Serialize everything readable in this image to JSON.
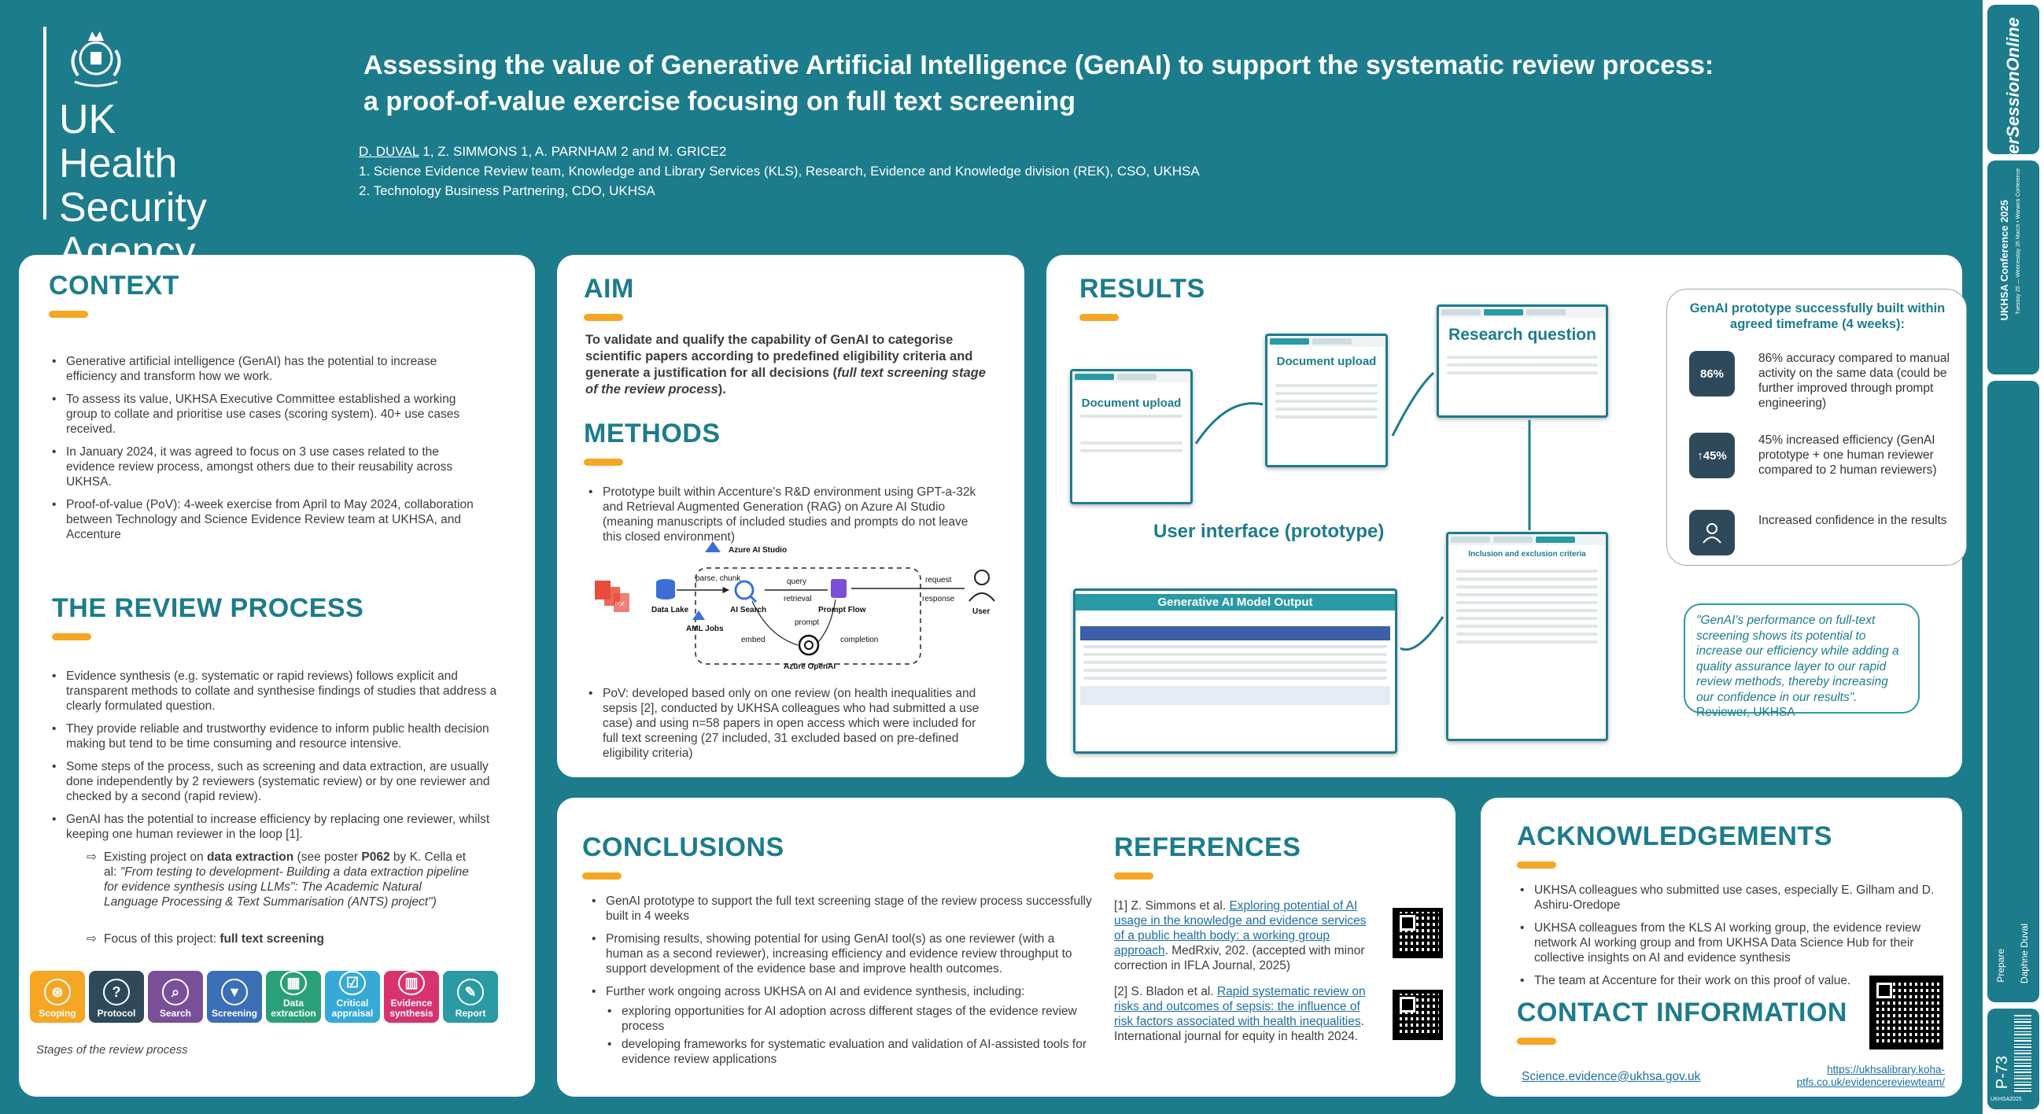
{
  "header": {
    "org_name": "UK Health Security Agency",
    "title_line1": "Assessing the value of Generative Artificial Intelligence (GenAI) to support the systematic review process:",
    "title_line2": "a proof-of-value exercise focusing on full text screening",
    "authors_lead": "D. DUVAL",
    "authors_rest": " 1, Z. SIMMONS 1, A. PARNHAM 2 and M. GRICE2",
    "affiliation1": "1. Science Evidence Review team, Knowledge and Library Services (KLS), Research, Evidence and Knowledge division (REK), CSO, UKHSA",
    "affiliation2": "2. Technology Business Partnering, CDO, UKHSA"
  },
  "context": {
    "heading": "CONTEXT",
    "bullets": [
      "Generative artificial intelligence (GenAI) has the potential to increase efficiency and transform how we work.",
      "To assess its value, UKHSA Executive Committee established a working group to collate and prioritise use cases (scoring system). 40+ use cases received.",
      "In January 2024, it was agreed to focus on 3 use cases related to the evidence review process, amongst others due to their reusability across UKHSA.",
      "Proof-of-value (PoV): 4-week exercise from April to May 2024, collaboration between Technology and Science Evidence Review team at UKHSA, and Accenture"
    ]
  },
  "review_process": {
    "heading": "THE REVIEW PROCESS",
    "bullets": [
      "Evidence synthesis (e.g. systematic or rapid reviews) follows explicit and transparent methods to collate and synthesise findings of studies that address a clearly formulated question.",
      "They provide reliable and trustworthy evidence to inform public health decision making but tend to be time consuming and resource intensive.",
      "Some steps of the process, such as screening and data extraction, are usually done independently by 2 reviewers (systematic review) or by one reviewer and checked by a second (rapid review).",
      "GenAI has the potential to increase efficiency by replacing one reviewer, whilst keeping one human reviewer in the loop [1]."
    ],
    "sub1_a": "Existing project on ",
    "sub1_b": "data extraction",
    "sub1_c": " (see poster ",
    "sub1_d": "P062",
    "sub1_e": " by K. Cella et al: ",
    "sub1_f": "\"From testing to development- Building a data extraction pipeline for evidence synthesis using LLMs\": The Academic Natural Language Processing & Text Summarisation (ANTS) project\")",
    "sub2_a": "Focus of this project: ",
    "sub2_b": "full text screening",
    "stages": [
      {
        "label": "Scoping",
        "color": "#f5a623",
        "icon": "⊛"
      },
      {
        "label": "Protocol",
        "color": "#2e4a5a",
        "icon": "?"
      },
      {
        "label": "Search",
        "color": "#7a4f9a",
        "icon": "⌕"
      },
      {
        "label": "Screening",
        "color": "#3b6fb6",
        "icon": "▼"
      },
      {
        "label": "Data extraction",
        "color": "#2aa07a",
        "icon": "▦"
      },
      {
        "label": "Critical appraisal",
        "color": "#36a9d6",
        "icon": "☑"
      },
      {
        "label": "Evidence synthesis",
        "color": "#d8336e",
        "icon": "▥"
      },
      {
        "label": "Report",
        "color": "#2a9aa5",
        "icon": "✎"
      }
    ],
    "stages_caption": "Stages of the review process"
  },
  "aim": {
    "heading": "AIM",
    "text_a": "To validate and qualify the capability of GenAI to categorise scientific papers according to predefined eligibility criteria and generate a justification for all decisions (",
    "text_b": "full text screening stage of the review process",
    "text_c": ")."
  },
  "methods": {
    "heading": "METHODS",
    "bullet1": "Prototype built within Accenture's R&D environment using GPT-a-32k and Retrieval Augmented Generation (RAG) on Azure AI Studio (meaning manuscripts of included studies and prompts do not leave this closed environment)",
    "bullet2": "PoV: developed based only on one review (on health inequalities and sepsis [2], conducted by UKHSA colleagues who had submitted a use case) and using n=58 papers in open access which were included for full text screening (27 included, 31 excluded based on pre-defined eligibility criteria)",
    "diagram": {
      "studio": "Azure AI Studio",
      "parse": "parse, chunk",
      "query": "query",
      "request": "request",
      "retrieval": "retrieval",
      "response": "response",
      "datalake": "Data Lake",
      "aisearch": "AI Search",
      "promptflow": "Prompt Flow",
      "user": "User",
      "aml": "AML Jobs",
      "prompt": "prompt",
      "embed": "embed",
      "completion": "completion",
      "openai": "Azure OpenAI",
      "pdf": "PDF"
    }
  },
  "results": {
    "heading": "RESULTS",
    "ui_caption": "User interface (prototype)",
    "screen_doc_upload": "Document upload",
    "screen_research_q": "Research question",
    "screen_criteria": "Inclusion and exclusion criteria",
    "screen_output": "Generative AI Model Output",
    "summary_heading": "GenAI prototype successfully built within agreed timeframe (4 weeks):",
    "stats": [
      {
        "badge": "86%",
        "text": "86% accuracy compared to manual activity on the same data (could be further improved through prompt engineering)"
      },
      {
        "badge": "↑45%",
        "text": "45% increased efficiency (GenAI prototype + one human reviewer compared to 2 human reviewers)"
      },
      {
        "badge": "",
        "text": "Increased confidence in the results"
      }
    ],
    "quote": "\"GenAI's performance on full-text screening shows its potential to increase our efficiency while adding a quality assurance layer to our rapid review methods, thereby increasing our confidence in our results\".",
    "quote_author": "Reviewer, UKHSA"
  },
  "conclusions": {
    "heading": "CONCLUSIONS",
    "bullets": [
      "GenAI prototype to support the full text screening stage of the review process successfully built in 4 weeks",
      "Promising results, showing potential for using GenAI tool(s) as one reviewer (with a human as a second reviewer), increasing efficiency and evidence review throughput to support development of the evidence base and improve health outcomes.",
      "Further work ongoing across UKHSA on AI and evidence synthesis, including:"
    ],
    "sub_bullets": [
      "exploring opportunities for AI adoption across different stages of the evidence review process",
      "developing frameworks for systematic evaluation and validation of AI-assisted tools for evidence review applications"
    ]
  },
  "references": {
    "heading": "REFERENCES",
    "ref1_pre": "[1] Z. Simmons et al. ",
    "ref1_link": "Exploring potential of AI usage in the knowledge and evidence services of a public health body: a working group approach",
    "ref1_post": ". MedRxiv, 202. (accepted with minor correction in IFLA Journal, 2025)",
    "ref2_pre": "[2] S. Bladon et al. ",
    "ref2_link": "Rapid systematic review on risks and outcomes of sepsis: the influence of risk factors associated with health inequalities",
    "ref2_post": ". International journal for equity in health 2024."
  },
  "acknowledgements": {
    "heading": "ACKNOWLEDGEMENTS",
    "bullets": [
      "UKHSA colleagues who submitted use cases, especially E. Gilham and D. Ashiru-Oredope",
      "UKHSA colleagues from the KLS AI working group, the evidence review network AI working group and from UKHSA Data Science Hub for their collective insights on AI and evidence synthesis",
      "The team at Accenture for their work on this proof of value."
    ]
  },
  "contact": {
    "heading": "CONTACT INFORMATION",
    "email": "Science.evidence@ukhsa.gov.uk",
    "url_line1": "https://ukhsalibrary.koha-",
    "url_line2": "ptfs.co.uk/evidencereviewteam/"
  },
  "sidebar": {
    "brand": "PosterSessionOnline",
    "conference": "UKHSA Conference 2025",
    "date": "Tuesday 25 — Wednesday 26 March • Warwick Conference",
    "prepare": "Prepare",
    "presenter": "Daphne Duval",
    "poster_id": "P-73",
    "code": "UKHSA2025"
  }
}
